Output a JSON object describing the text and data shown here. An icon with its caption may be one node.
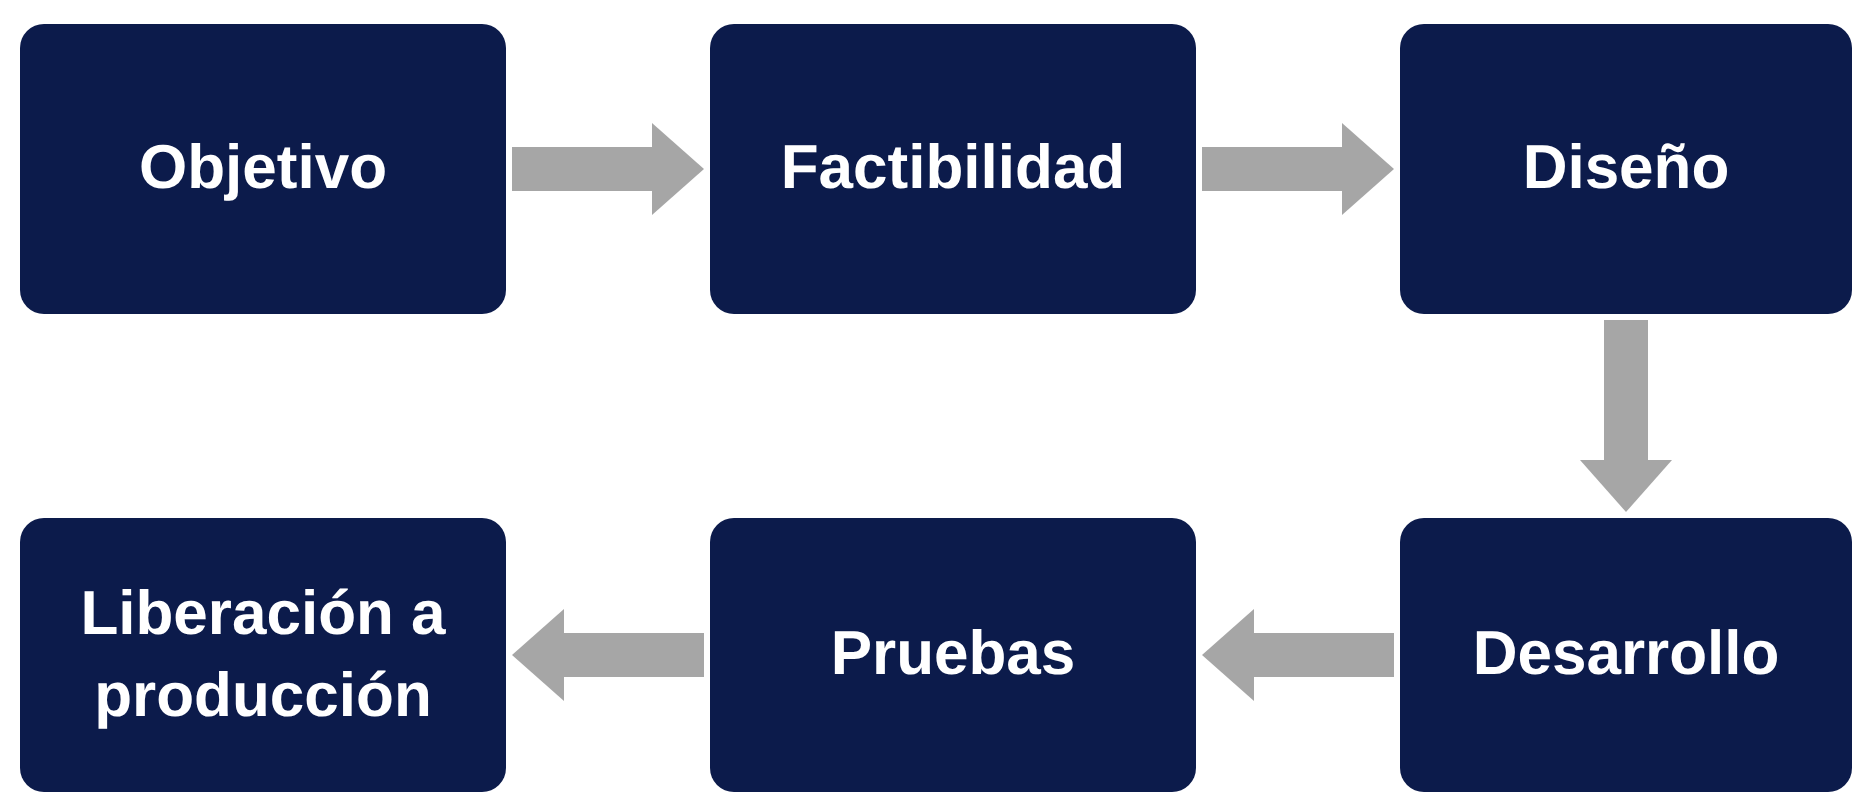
{
  "diagram": {
    "nodes": [
      {
        "text": [
          "Objetivo"
        ]
      },
      {
        "text": [
          "Factibilidad"
        ]
      },
      {
        "text": [
          "Diseño"
        ]
      },
      {
        "text": [
          "Liberación a producción"
        ]
      },
      {
        "text": [
          "Pruebas"
        ]
      },
      {
        "text": [
          "Desarrollo"
        ]
      }
    ],
    "edges": [
      {
        "from": 0,
        "to": 1,
        "arrow": "to"
      },
      {
        "from": 1,
        "to": 2,
        "arrow": "to"
      },
      {
        "from": 2,
        "to": 5,
        "arrow": "to"
      },
      {
        "from": 5,
        "to": 4,
        "arrow": "to"
      },
      {
        "from": 4,
        "to": 3,
        "arrow": "to"
      }
    ]
  }
}
